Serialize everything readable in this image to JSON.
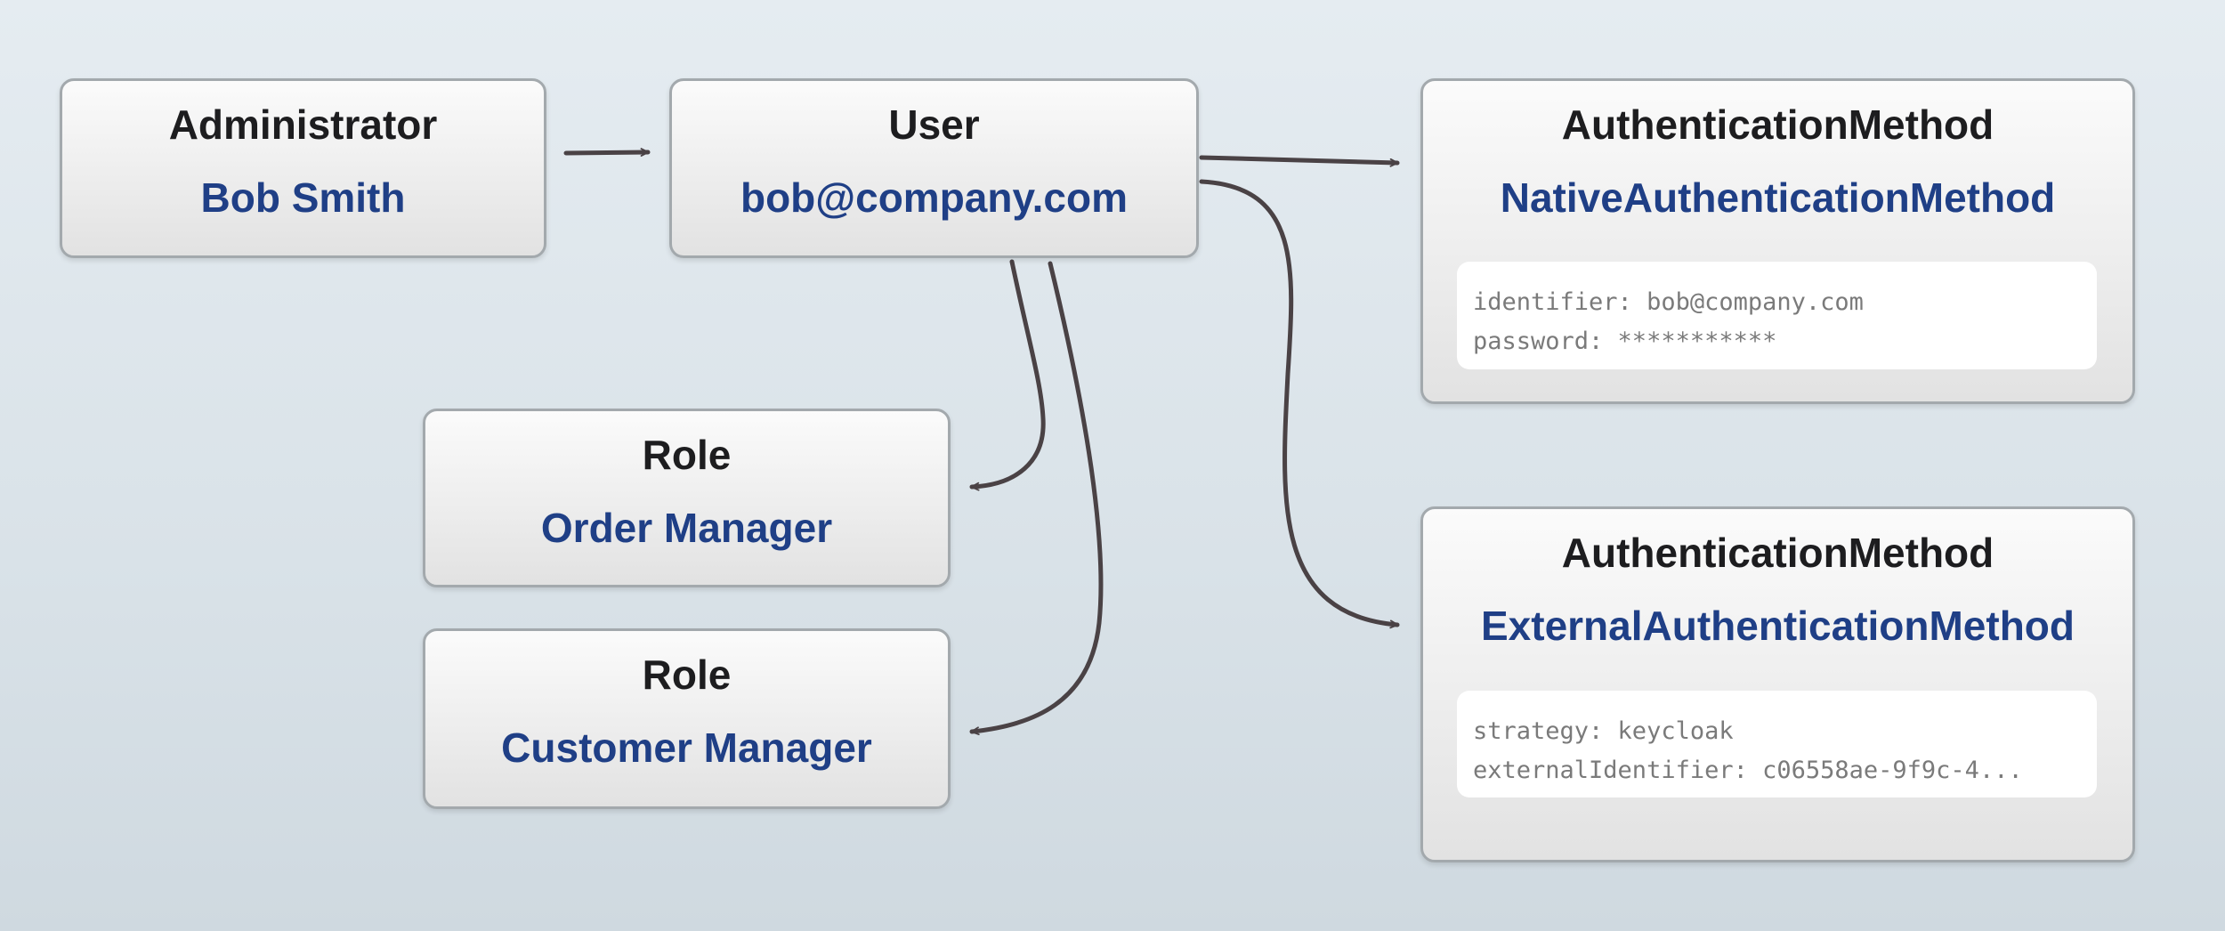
{
  "colors": {
    "accent": "#1f3f86",
    "arrow": "#4a4245",
    "title": "#1d1d1f"
  },
  "nodes": {
    "administrator": {
      "title": "Administrator",
      "value": "Bob Smith"
    },
    "user": {
      "title": "User",
      "value": "bob@company.com"
    },
    "native_auth": {
      "title": "AuthenticationMethod",
      "value": "NativeAuthenticationMethod",
      "fields": [
        "identifier: bob@company.com",
        "password: ***********"
      ]
    },
    "external_auth": {
      "title": "AuthenticationMethod",
      "value": "ExternalAuthenticationMethod",
      "fields": [
        "strategy: keycloak",
        "externalIdentifier: c06558ae-9f9c-4..."
      ]
    },
    "role_order": {
      "title": "Role",
      "value": "Order Manager"
    },
    "role_customer": {
      "title": "Role",
      "value": "Customer Manager"
    }
  }
}
